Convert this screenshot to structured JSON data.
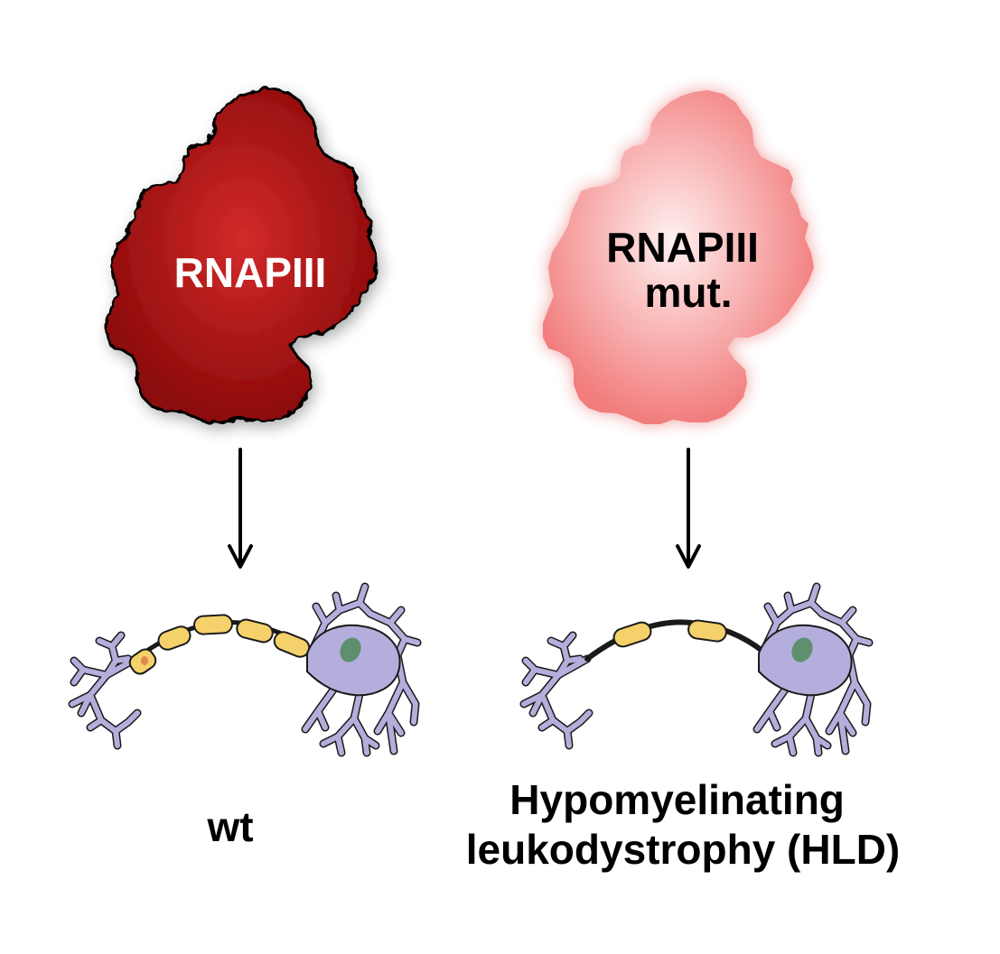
{
  "panels": [
    {
      "protein_label_lines": [
        "RNAPIII"
      ],
      "outcome_label_lines": [
        "wt"
      ]
    },
    {
      "protein_label_lines": [
        "RNAPIII",
        "mut."
      ],
      "outcome_label_lines": [
        "Hypomyelinating",
        "leukodystrophy (HLD)"
      ]
    }
  ],
  "colors": {
    "wt_protein_center": "#d42a2a",
    "wt_protein_edge": "#8c0a0a",
    "mut_protein_center": "#fff0f0",
    "mut_protein_edge": "#f27d7d",
    "myelin_fill": "#f4d16a",
    "neuron_fill": "#b3aedb",
    "nucleus_fill": "#5e8f6f",
    "wt_label_text": "#ffffff",
    "mut_label_text": "#000000"
  },
  "icons": [
    "protein-blob-icon",
    "arrow-down-icon",
    "neuron-icon"
  ]
}
